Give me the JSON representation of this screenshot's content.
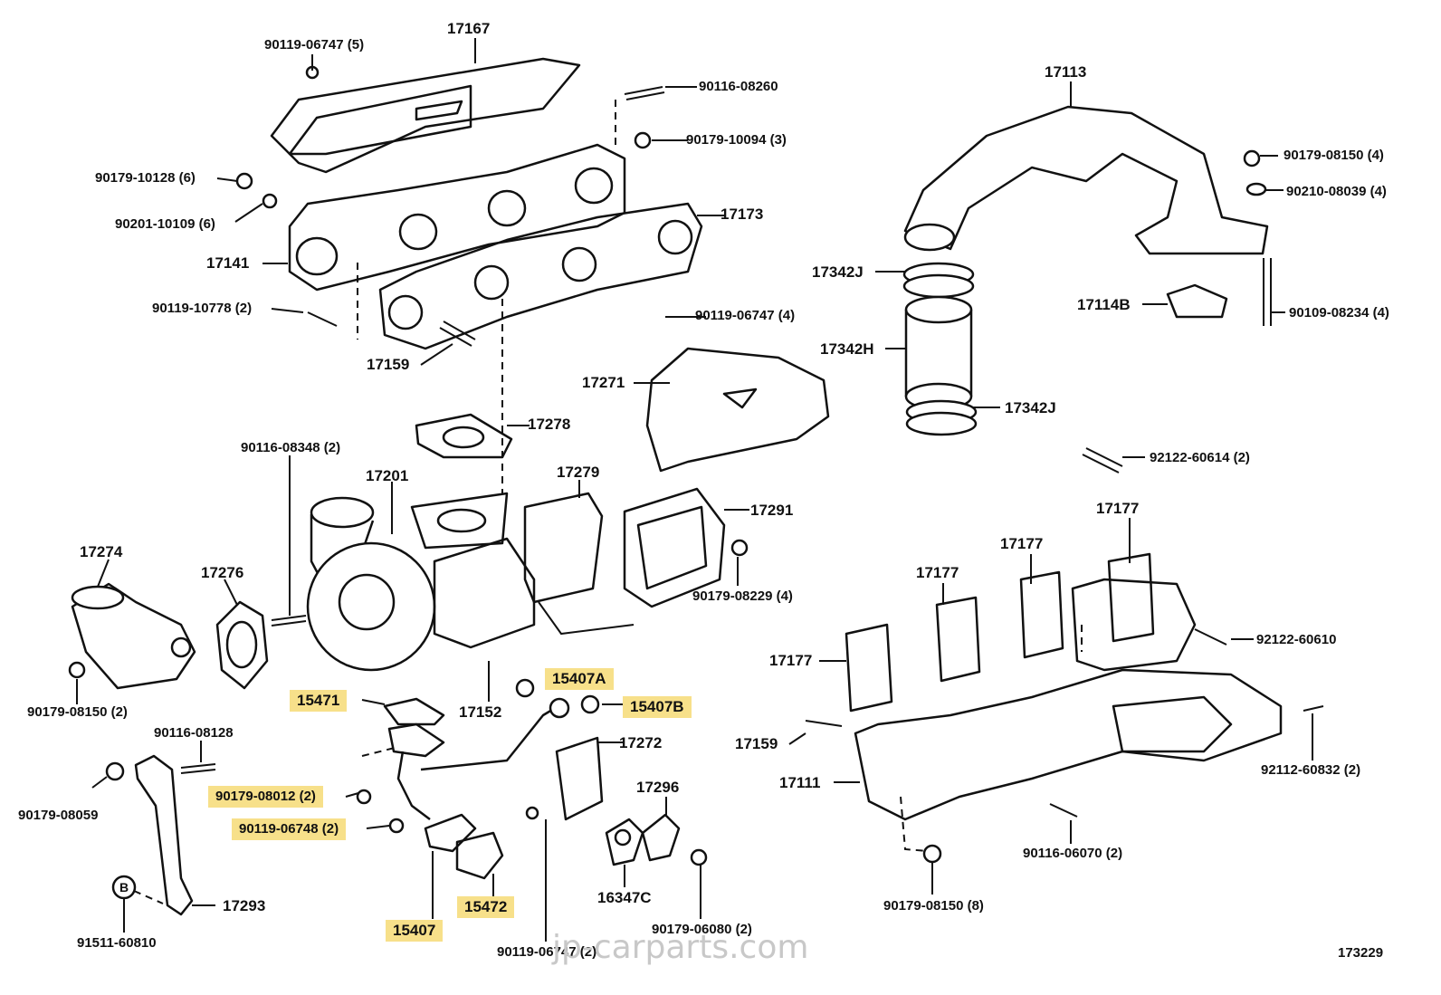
{
  "parts": {
    "p17167": "17167",
    "p90119_06747_5": "90119-06747 (5)",
    "p90116_08260": "90116-08260",
    "p90179_10094_3": "90179-10094 (3)",
    "p90179_10128_6": "90179-10128 (6)",
    "p90201_10109_6": "90201-10109 (6)",
    "p17173": "17173",
    "p17141": "17141",
    "p90119_10778_2": "90119-10778 (2)",
    "p90119_06747_4": "90119-06747 (4)",
    "p17159a": "17159",
    "p17271": "17271",
    "p17278": "17278",
    "p90116_08348_2": "90116-08348 (2)",
    "p17201": "17201",
    "p17279": "17279",
    "p17291": "17291",
    "p17274": "17274",
    "p17276": "17276",
    "p90179_08229_4": "90179-08229 (4)",
    "p15407A": "15407A",
    "p15471": "15471",
    "p17152": "17152",
    "p15407B": "15407B",
    "p90179_08150_2": "90179-08150 (2)",
    "p90116_08128": "90116-08128",
    "p17272": "17272",
    "p90179_08059": "90179-08059",
    "p90179_08012_2": "90179-08012 (2)",
    "p17296": "17296",
    "p90119_06748_2": "90119-06748 (2)",
    "p16347C": "16347C",
    "p17293": "17293",
    "p15472": "15472",
    "p15407": "15407",
    "p91511_60810": "91511-60810",
    "p90119_06747_2": "90119-06747 (2)",
    "p90179_06080_2": "90179-06080 (2)",
    "p17113": "17113",
    "p90179_08150_4": "90179-08150 (4)",
    "p90210_08039_4": "90210-08039 (4)",
    "p17342J_top": "17342J",
    "p17114B": "17114B",
    "p90109_08234_4": "90109-08234 (4)",
    "p17342H": "17342H",
    "p17342J_bot": "17342J",
    "p92122_60614_2": "92122-60614 (2)",
    "p17177_a": "17177",
    "p17177_b": "17177",
    "p17177_c": "17177",
    "p17177_d": "17177",
    "p92122_60610": "92122-60610",
    "p17159b": "17159",
    "p92112_60832_2": "92112-60832 (2)",
    "p17111": "17111",
    "p90116_06070_2": "90116-06070 (2)",
    "p90179_08150_8": "90179-08150 (8)"
  },
  "circle_marker": "B",
  "watermark": "jp-carparts.com",
  "diagram_code": "173229",
  "highlight_color": "#f7e08a"
}
